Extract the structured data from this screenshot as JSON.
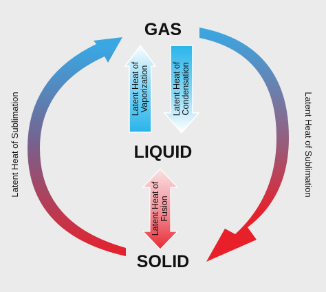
{
  "states": {
    "gas": "GAS",
    "liquid": "LIQUID",
    "solid": "SOLID"
  },
  "labels": {
    "sublimation_left": "Latent Heat of Sublimation",
    "sublimation_right": "Latent Heat of Sublimation",
    "vaporization_line1": "Latent Heat of",
    "vaporization_line2": "Vaporization",
    "condensation_line1": "Latent Heat of",
    "condensation_line2": "Condensation",
    "fusion_line1": "Latent Heat of",
    "fusion_line2": "Fusion"
  },
  "colors": {
    "background": "#ebebeb",
    "cool_blue": "#4aa0dc",
    "light_blue": "#3ab8ec",
    "warm_red": "#e8202a",
    "light_red": "#f4a0a8",
    "text": "#111111"
  }
}
